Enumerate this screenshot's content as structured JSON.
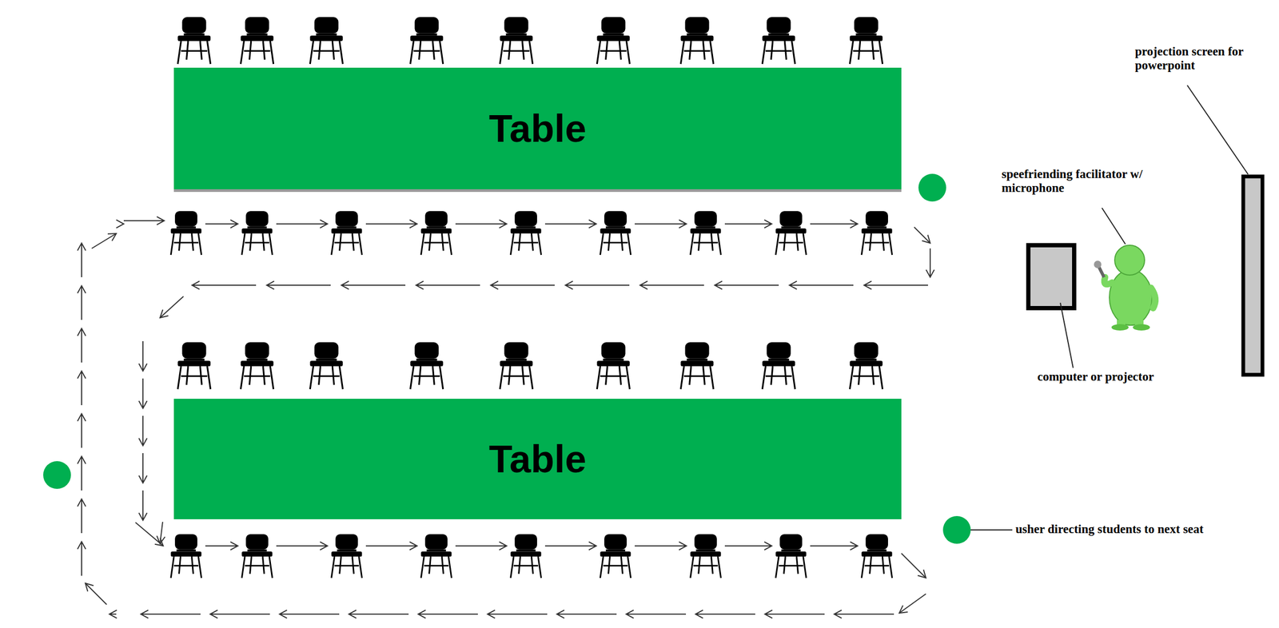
{
  "diagram": {
    "nodes": [
      {
        "text": [
          "Table"
        ]
      },
      {
        "text": [
          "Table"
        ]
      }
    ],
    "labels": [
      "projection screen for powerpoint",
      "speefriending facilitator w/ microphone",
      "computer or projector",
      "usher directing students to next seat"
    ]
  }
}
